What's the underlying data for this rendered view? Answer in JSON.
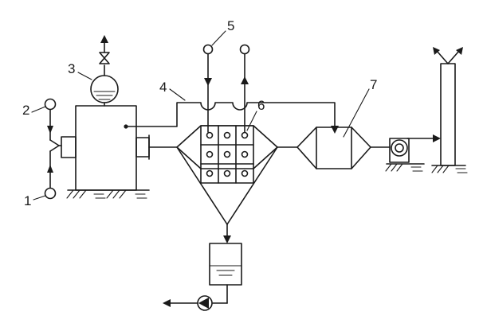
{
  "labels": {
    "l1": "1",
    "l2": "2",
    "l3": "3",
    "l4": "4",
    "l5": "5",
    "l6": "6",
    "l7": "7"
  },
  "icons": {
    "source-1": "circle-source-icon",
    "source-2": "circle-source-icon",
    "gas-holder": "tank-icon",
    "valve": "valve-icon",
    "fan": "blower-icon",
    "pump": "pump-icon",
    "ground": "ground-hatch-icon"
  }
}
